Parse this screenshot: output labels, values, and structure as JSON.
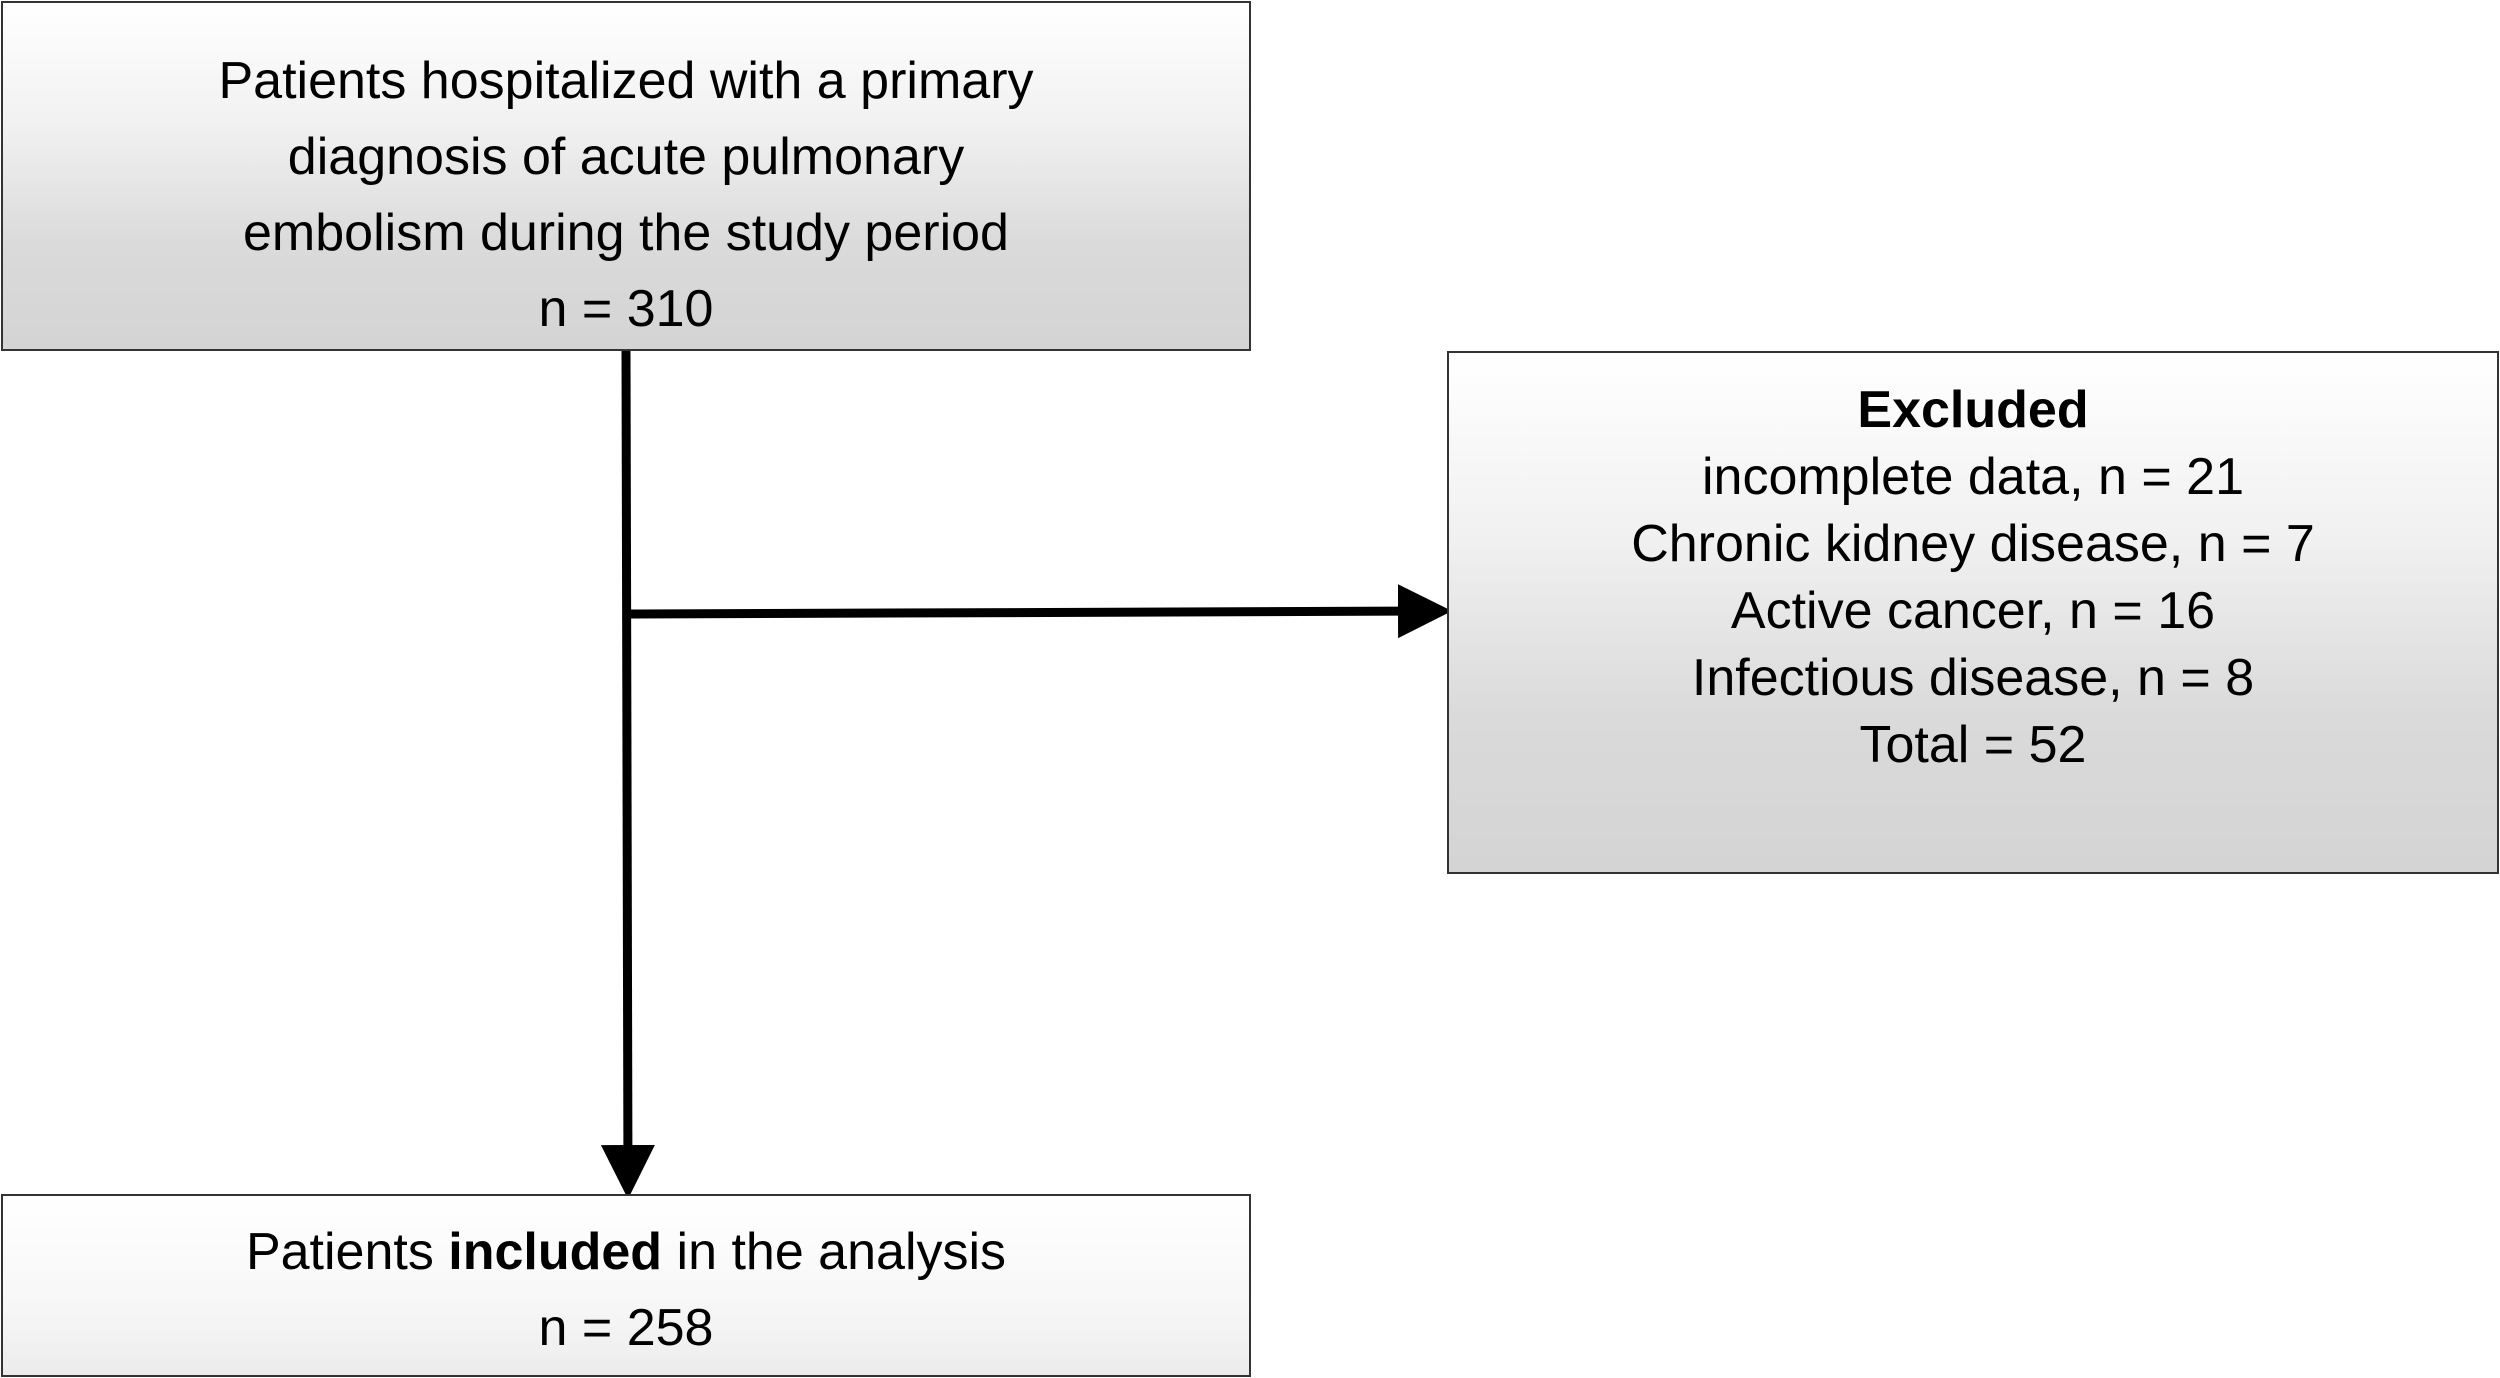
{
  "top_box": {
    "lines": [
      "Patients hospitalized with a primary",
      "diagnosis of acute pulmonary",
      "embolism during the study period",
      "n = 310"
    ]
  },
  "excluded_box": {
    "heading": "Excluded",
    "lines": [
      "incomplete data, n = 21",
      "Chronic kidney disease, n = 7",
      "Active cancer, n = 16",
      "Infectious disease, n = 8",
      "Total = 52"
    ]
  },
  "included_box": {
    "prefix": "Patients ",
    "emphasis": "included",
    "suffix": " in the analysis",
    "count": "n = 258"
  },
  "colors": {
    "border": "#333333",
    "arrow": "#000000"
  }
}
